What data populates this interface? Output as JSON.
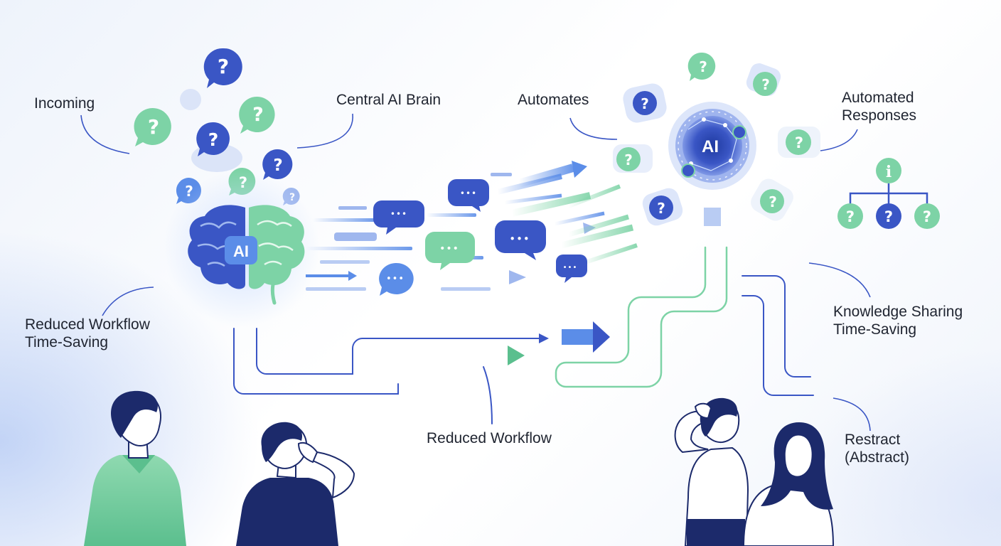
{
  "labels": {
    "incoming": "Incoming",
    "central_ai_brain": "Central AI Brain",
    "automates": "Automates",
    "automated_responses": [
      "Automated",
      "Responses"
    ],
    "reduced_workflow_time_saving": [
      "Reduced Workflow",
      "Time-Saving"
    ],
    "knowledge_sharing_time_saving": [
      "Knowledge Sharing",
      "Time-Saving"
    ],
    "reduced_workflow": "Reduced Workflow",
    "restract_abstract": [
      "Restract",
      "(Abstract)"
    ]
  },
  "badges": {
    "brain": "AI",
    "hub": "AI"
  },
  "glyphs": {
    "question": "?",
    "info": "i",
    "dots": "•••"
  },
  "colors": {
    "blue": "#3a56c5",
    "blue_light": "#5b8de8",
    "green": "#7dd3a6",
    "green_light": "#a8e6c4",
    "navy": "#1c2a6b",
    "text": "#1f2430"
  }
}
